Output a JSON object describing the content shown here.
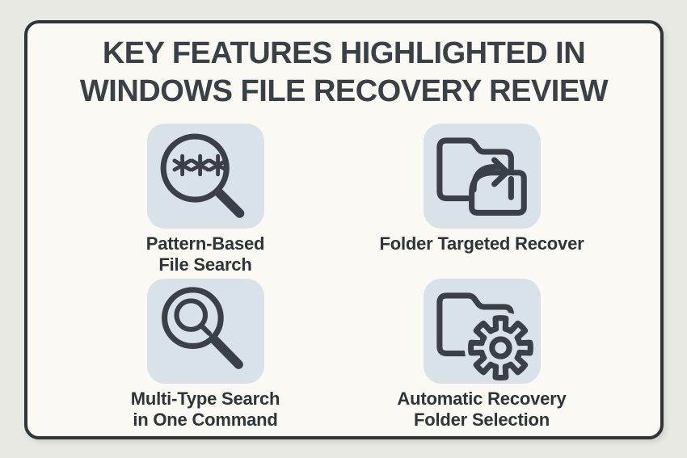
{
  "title": {
    "line1": "KEY FEATURES HIGHLIGHTED IN",
    "line2": "WINDOWS FILE RECOVERY REVIEW"
  },
  "features": [
    {
      "name": "pattern-based-file-search",
      "icon": "magnifier-asterisks-icon",
      "lines": [
        "Pattern-Based",
        "File Search"
      ]
    },
    {
      "name": "folder-targeted-recover",
      "icon": "folder-arrow-icon",
      "lines": [
        "Folder Targeted Recover"
      ]
    },
    {
      "name": "multi-type-search-in-one-command",
      "icon": "magnifier-in-magnifier-icon",
      "lines": [
        "Multi-Type Search",
        "in One Command"
      ]
    },
    {
      "name": "automatic-recovery-folder-selection",
      "icon": "folder-gear-icon",
      "lines": [
        "Automatic Recovery",
        "Folder Selection"
      ]
    }
  ],
  "colors": {
    "outer_bg": "#e9e9e3",
    "card_bg": "#faf9f3",
    "card_border": "#2f3539",
    "tile_bg": "#d9e2e8",
    "icon_stroke": "#3a4045",
    "title_text": "#3a4046",
    "label_text": "#2e3438"
  }
}
